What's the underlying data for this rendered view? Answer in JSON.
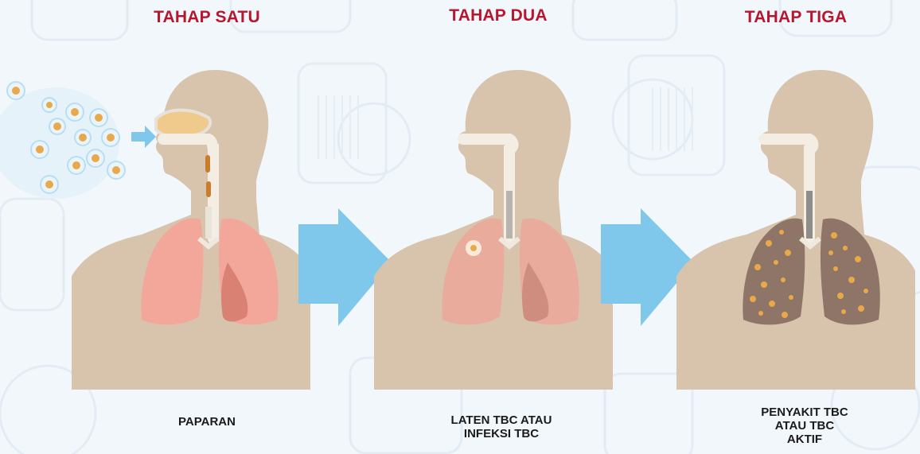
{
  "stages": [
    {
      "title": "TAHAP SATU",
      "caption_lines": [
        "PAPARAN"
      ],
      "lung_state": "healthy"
    },
    {
      "title": "TAHAP DUA",
      "caption_lines": [
        "LATEN TBC ATAU",
        "INFEKSI TBC"
      ],
      "lung_state": "latent"
    },
    {
      "title": "TAHAP TIGA",
      "caption_lines": [
        "PENYAKIT TBC",
        "ATAU TBC",
        "AKTIF"
      ],
      "lung_state": "active"
    }
  ],
  "colors": {
    "title": "#b5172f",
    "body": "#d8c3ad",
    "healthy_lung": "#f3a79b",
    "latent_lung": "#e9ab9c",
    "active_lung": "#8f7468",
    "arrow": "#7fc8ec",
    "bacteria": "#e8a94a"
  }
}
